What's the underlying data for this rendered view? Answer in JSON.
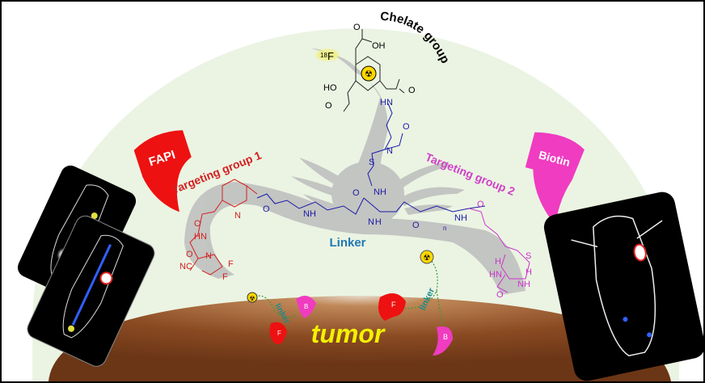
{
  "labels": {
    "chelate_group": "Chelate group",
    "isotope_mass": "18",
    "isotope_symbol": "F",
    "fapi": "FAPI",
    "biotin": "Biotin",
    "targeting_group_1": "Targeting group 1",
    "targeting_group_2": "Targeting group 2",
    "linker": "Linker",
    "tumor": "tumor",
    "small_linker_left": "linker",
    "small_linker_right": "linker",
    "f_left": "F",
    "b_left": "B",
    "f_right": "F",
    "b_right": "B"
  },
  "chem": {
    "oh_top": "OH",
    "ho_left": "HO",
    "o1": "O",
    "o2": "O",
    "o3": "O",
    "n1": "N",
    "n2": "N",
    "n3": "N",
    "hn_chelate": "HN",
    "n_maleimide": "N",
    "o_mal1": "O",
    "o_mal2": "O",
    "s_thio": "S",
    "o_lys": "O",
    "nh_lys": "NH",
    "nh_amide": "N H",
    "o_amide": "O",
    "hn_red": "HN",
    "nh_quin": "NH",
    "n_quin": "N",
    "o_red1": "O",
    "o_red2": "O",
    "n_red": "N",
    "nc": "NC",
    "f1": "F",
    "f2": "F",
    "o_peg": "O",
    "n_sub": "n",
    "nh_peg": "NH",
    "o_bio": "O",
    "s_bio": "S",
    "h1": "H",
    "h2": "H",
    "hn_bio": "HN",
    "nh_bio": "NH",
    "o_urea": "O"
  },
  "colors": {
    "dome": "#eaf3e2",
    "tumor": "#8a4a22",
    "fapi": "#ee1111",
    "biotin": "#f03cc0",
    "linker_blue": "#1a1aa8",
    "linker_label": "#1f78b4",
    "tumor_text": "#f2f200",
    "fapi_chem": "#d42020",
    "biotin_chem": "#cc33cc"
  }
}
